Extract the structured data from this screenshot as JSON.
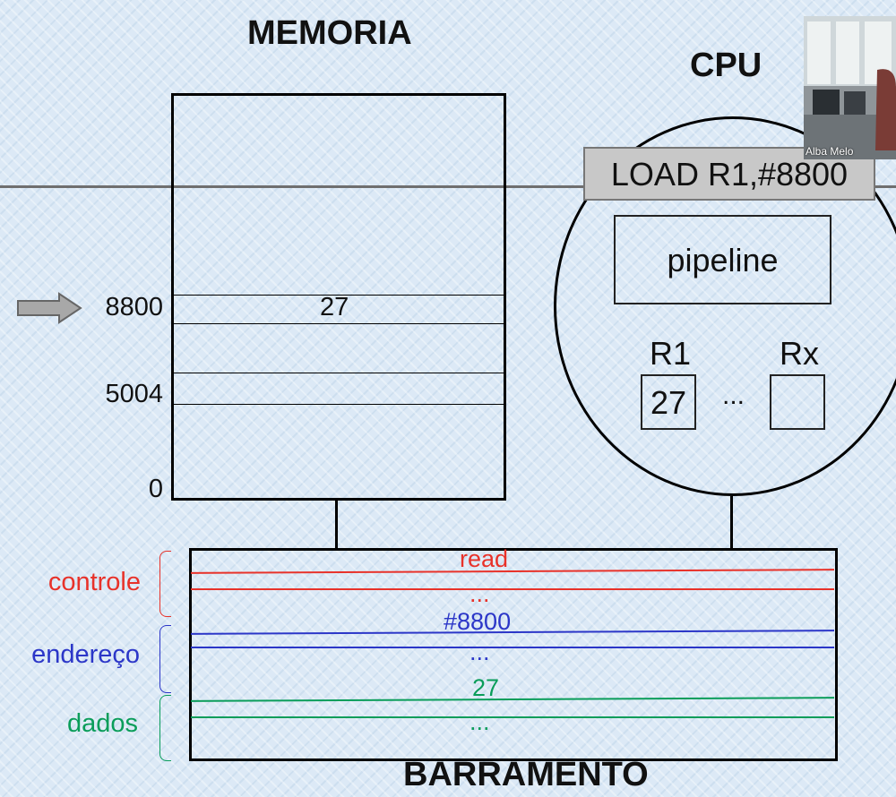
{
  "memory": {
    "title": "MEMORIA",
    "addresses": [
      {
        "label": "8800",
        "value": "27"
      },
      {
        "label": "5004"
      },
      {
        "label": "0"
      }
    ]
  },
  "cpu": {
    "title": "CPU",
    "instruction": "LOAD R1,#8800",
    "pipeline_label": "pipeline",
    "registers": [
      {
        "name": "R1",
        "value": "27"
      },
      {
        "name": "Rx",
        "value": ""
      }
    ],
    "ellipsis": "..."
  },
  "bus": {
    "title": "BARRAMENTO",
    "groups": [
      {
        "label": "controle",
        "color": "#e8322a",
        "top_text": "read",
        "bottom_text": "..."
      },
      {
        "label": "endereço",
        "color": "#2b36c8",
        "top_text": "#8800",
        "bottom_text": "..."
      },
      {
        "label": "dados",
        "color": "#0a9d5a",
        "top_text": "27",
        "bottom_text": "..."
      }
    ]
  },
  "video": {
    "name": "Alba Melo"
  }
}
